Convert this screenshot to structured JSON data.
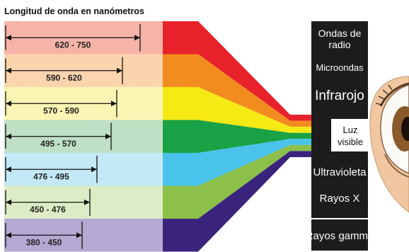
{
  "title": "Longitud de onda en nanómetros",
  "bands": [
    {
      "range": "620 - 750",
      "color": "#e8222a",
      "pastel": "#f6b4a8"
    },
    {
      "range": "590 - 620",
      "color": "#f28c1f",
      "pastel": "#fbd3ad"
    },
    {
      "range": "570 - 590",
      "color": "#f5ea14",
      "pastel": "#fbf5b3"
    },
    {
      "range": "495 - 570",
      "color": "#1aa246",
      "pastel": "#bfe0c4"
    },
    {
      "range": "476 - 495",
      "color": "#49c3ec",
      "pastel": "#c4e9f6"
    },
    {
      "range": "450 - 476",
      "color": "#8cc04a",
      "pastel": "#dcecc6"
    },
    {
      "range": "380 - 450",
      "color": "#3a237d",
      "pastel": "#b4a9d2"
    }
  ],
  "spectrum_top": [
    "Ondas de",
    "radio",
    "Microondas",
    "Infrarojo"
  ],
  "visible_label": [
    "Luz",
    "visible"
  ],
  "spectrum_bottom": [
    "Ultravioleta",
    "Rayos X",
    "Rayos gamma"
  ],
  "colors": {
    "spectrum_panel": "#1c1c1c",
    "eye_skin": "#f0c7a0",
    "iris": "#8a5a2b"
  }
}
